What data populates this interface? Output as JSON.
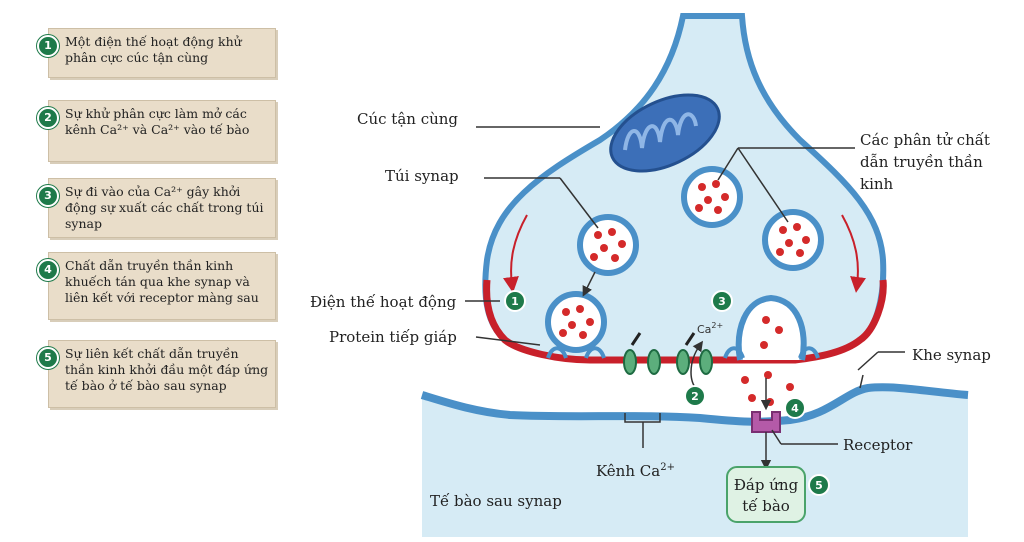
{
  "steps": [
    {
      "num": "1",
      "text": "Một điện thế hoạt động khử phân cực cúc tận cùng"
    },
    {
      "num": "2",
      "text": "Sự khử phân cực làm mở các kênh Ca²⁺ và Ca²⁺ vào tế bào"
    },
    {
      "num": "3",
      "text": "Sự đi vào của Ca²⁺ gây khởi động sự xuất các chất trong túi synap"
    },
    {
      "num": "4",
      "text": "Chất dẫn truyền thần kinh khuếch tán qua khe synap và liên kết với receptor màng sau"
    },
    {
      "num": "5",
      "text": "Sự liên kết chất dẫn truyền thần kinh khởi đầu một đáp ứng tế bào ở tế bào sau synap"
    }
  ],
  "labels": {
    "terminal": "Cúc tận cùng",
    "vesicle": "Túi synap",
    "neurotransmitter_l1": "Các phân tử chất",
    "neurotransmitter_l2": "dẫn truyền thần",
    "neurotransmitter_l3": "kinh",
    "action_potential": "Điện thế hoạt động",
    "junction_protein": "Protein tiếp giáp",
    "cleft": "Khe synap",
    "receptor": "Receptor",
    "channel": "Kênh Ca",
    "channel_sup": "2+",
    "ca_ion": "Ca",
    "ca_sup": "2+",
    "postsynaptic": "Tế bào sau synap",
    "response_l1": "Đáp ứng",
    "response_l2": "tế bào"
  },
  "markers": {
    "m1": "1",
    "m2": "2",
    "m3": "3",
    "m4": "4",
    "m5": "5"
  },
  "colors": {
    "membrane": "#4a90c8",
    "cytoplasm": "#d6ebf5",
    "depolarized": "#c8202a",
    "vesicle_fill": "#ffffff",
    "dot": "#d42a2a",
    "receptor": "#b45aa8",
    "channel": "#2e8b57",
    "step_bg": "#e9ddc9"
  }
}
